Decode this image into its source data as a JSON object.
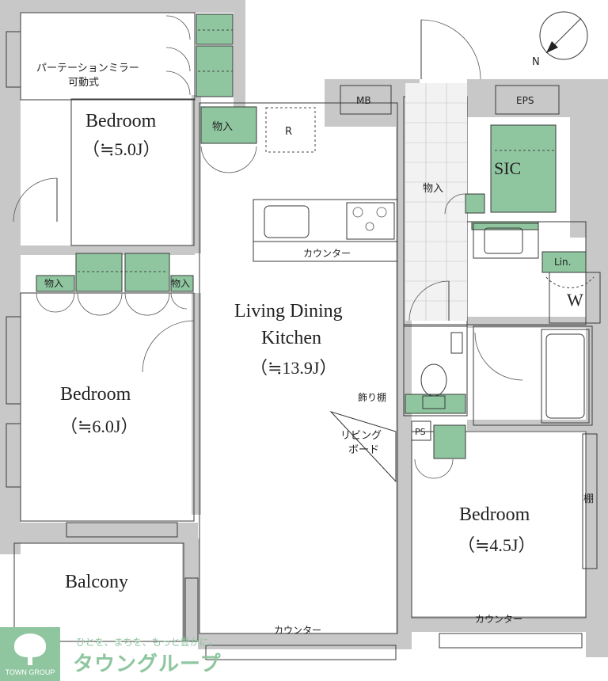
{
  "rooms": {
    "ldk": {
      "name_line1": "Living Dining",
      "name_line2": "Kitchen",
      "size": "（≒13.9J）"
    },
    "bedroom_top": {
      "name": "Bedroom",
      "size": "（≒5.0J）"
    },
    "bedroom_left": {
      "name": "Bedroom",
      "size": "（≒6.0J）"
    },
    "bedroom_right": {
      "name": "Bedroom",
      "size": "（≒4.5J）"
    },
    "balcony": {
      "name": "Balcony"
    }
  },
  "labels": {
    "partition_mirror_1": "パーテーションミラー",
    "partition_mirror_2": "可動式",
    "storage": "物入",
    "refrigerator": "R",
    "mb": "MB",
    "eps": "EPS",
    "sic": "SIC",
    "linen": "Lin.",
    "washer": "W",
    "ps": "PS",
    "counter": "カウンター",
    "display_shelf": "飾り棚",
    "living_board_1": "リビング",
    "living_board_2": "ボード",
    "shelf": "棚"
  },
  "compass": {
    "north": "N"
  },
  "logo": {
    "company": "TOWN GROUP",
    "brand": "タウングループ",
    "slogan": "ひとを、まちを、もっと豊かに。",
    "color": "#8fc6a0"
  },
  "colors": {
    "wall": "#c8c8c8",
    "storage": "#8fc6a0",
    "line": "#3a3a3a"
  }
}
